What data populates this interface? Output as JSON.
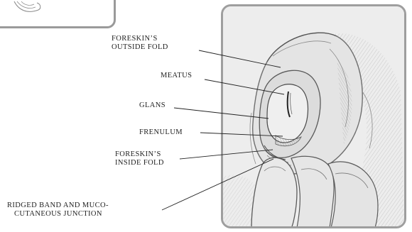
{
  "labels": {
    "foreskin_outside_fold": [
      "FORESKIN’S",
      "OUTSIDE FOLD"
    ],
    "meatus": "MEATUS",
    "glans": "GLANS",
    "frenulum": "FRENULUM",
    "foreskin_inside_fold": [
      "FORESKIN’S",
      "INSIDE FOLD"
    ],
    "ridged_band": [
      "RIDGED BAND AND MUCO-",
      "CUTANEOUS JUNCTION"
    ]
  },
  "colors": {
    "frame_border": "#9e9e9e",
    "frame_fill": "#efefef",
    "ink": "#222222",
    "sketch": "#6f6f6f"
  }
}
